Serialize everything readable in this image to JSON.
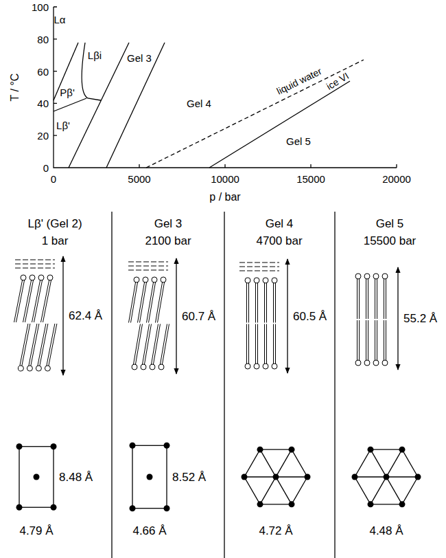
{
  "diagram": {
    "labels": [
      "T / °C",
      "0",
      "20",
      "40",
      "60",
      "80",
      "100",
      "0",
      "5000",
      "10000",
      "15000",
      "20000",
      "p / bar",
      "Lα",
      "Lβi",
      "Gel 3",
      "Pβ'",
      "Lβ'",
      "Gel 4",
      "liquid water",
      "ice VI",
      "Gel 5",
      "Lβ' (Gel 2)",
      "1 bar",
      "62.4 Å",
      "8.48 Å",
      "4.79 Å",
      "Gel 3",
      "2100 bar",
      "60.7 Å",
      "8.52 Å",
      "4.66 Å",
      "Gel 4",
      "4700 bar",
      "60.5 Å",
      "4.72 Å",
      "Gel 5",
      "15500 bar",
      "55.2 Å",
      "4.48 Å"
    ]
  }
}
